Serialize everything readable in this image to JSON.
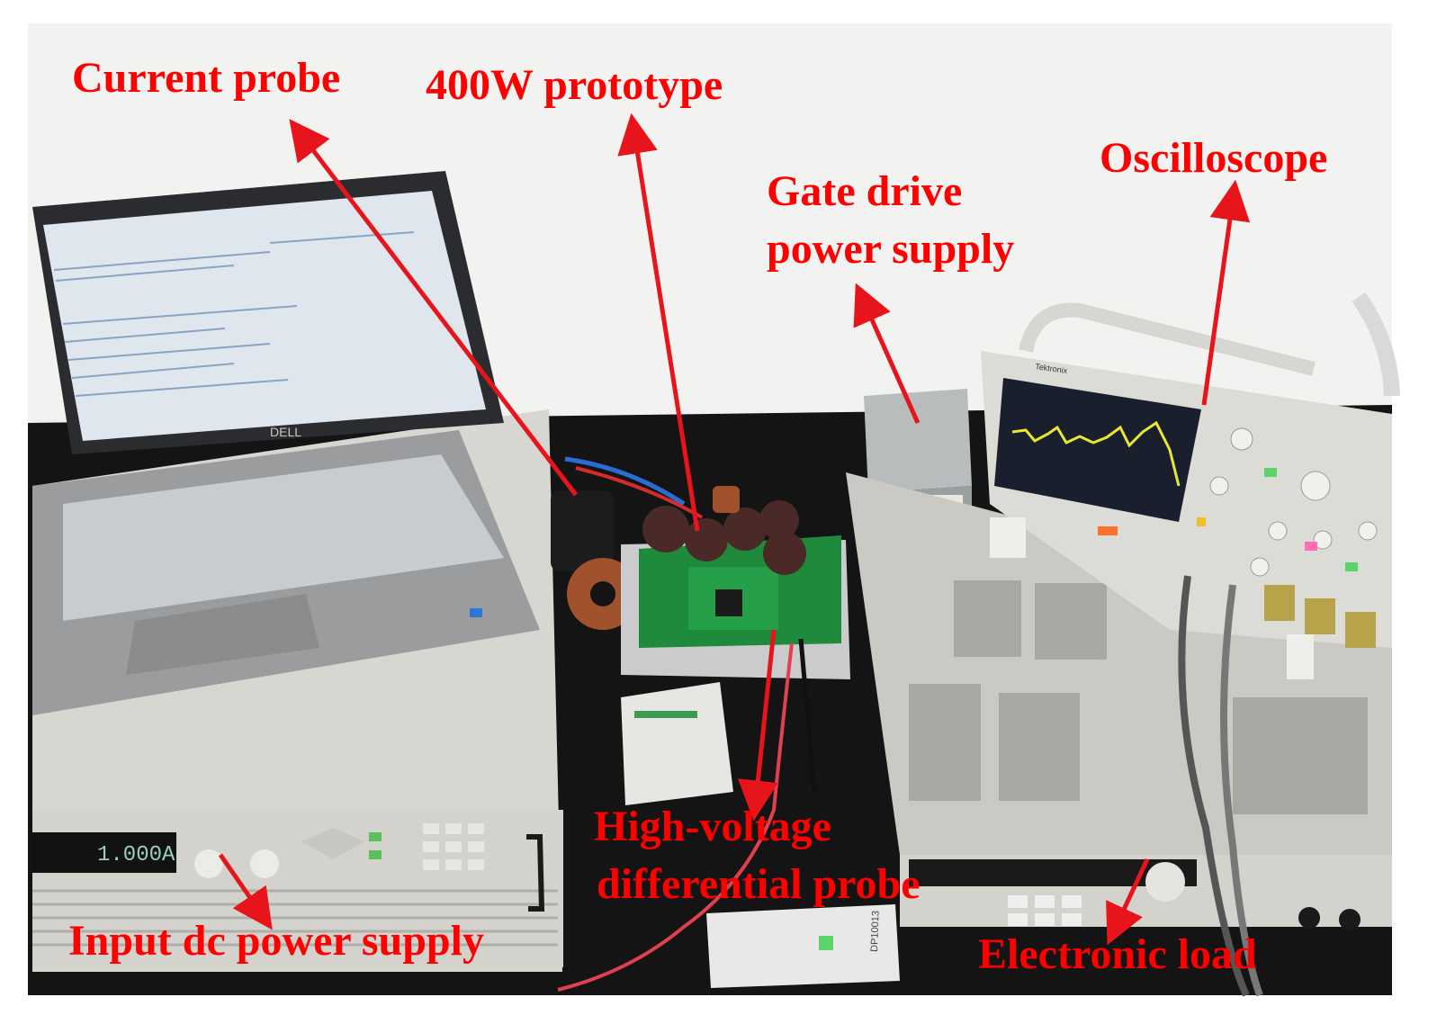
{
  "colors": {
    "label": "#ff0000",
    "arrow": "#e8141c",
    "wall": "#eef0ee",
    "table": "#141414",
    "pcb": "#1f8a3c",
    "capacitor": "#4a2a26",
    "inductor": "#a0522d",
    "scope_screen": "#1a1f2e",
    "scope_trace": "#e8e830",
    "instrument_body": "#d8d6d0"
  },
  "labels": {
    "current_probe": "Current probe",
    "prototype": "400W prototype",
    "gate_drive": [
      "Gate drive",
      "power supply"
    ],
    "oscilloscope": "Oscilloscope",
    "hv_probe": [
      "High-voltage",
      "differential probe"
    ],
    "input_supply": "Input dc power supply",
    "electronic_load": "Electronic load"
  },
  "device_text": {
    "laptop_brand": "DELL",
    "supply_display": "1.000A",
    "probe_model": "DP10013",
    "scope_brand": "Tektronix"
  }
}
